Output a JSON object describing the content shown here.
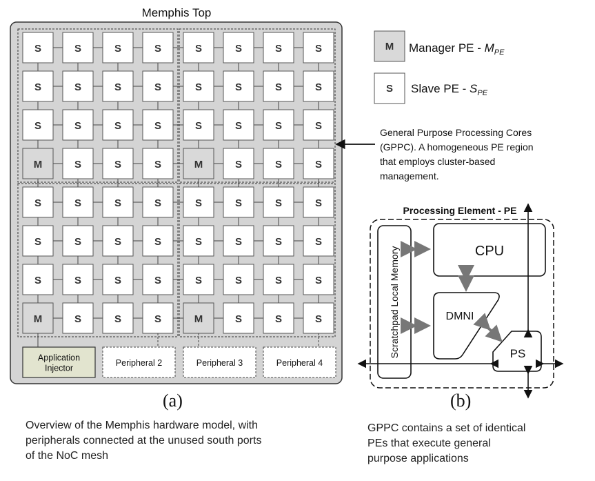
{
  "figure_a": {
    "title": "Memphis Top",
    "sublabel": "(a)",
    "grid_rows": [
      [
        "S",
        "S",
        "S",
        "S",
        "S",
        "S",
        "S",
        "S"
      ],
      [
        "S",
        "S",
        "S",
        "S",
        "S",
        "S",
        "S",
        "S"
      ],
      [
        "S",
        "S",
        "S",
        "S",
        "S",
        "S",
        "S",
        "S"
      ],
      [
        "M",
        "S",
        "S",
        "S",
        "M",
        "S",
        "S",
        "S"
      ],
      [
        "S",
        "S",
        "S",
        "S",
        "S",
        "S",
        "S",
        "S"
      ],
      [
        "S",
        "S",
        "S",
        "S",
        "S",
        "S",
        "S",
        "S"
      ],
      [
        "S",
        "S",
        "S",
        "S",
        "S",
        "S",
        "S",
        "S"
      ],
      [
        "M",
        "S",
        "S",
        "S",
        "M",
        "S",
        "S",
        "S"
      ]
    ],
    "peripherals": [
      {
        "label_lines": [
          "Application",
          "Injector"
        ],
        "kind": "injector"
      },
      {
        "label_lines": [
          "Peripheral 2"
        ],
        "kind": "peripheral"
      },
      {
        "label_lines": [
          "Peripheral 3"
        ],
        "kind": "peripheral"
      },
      {
        "label_lines": [
          "Peripheral 4"
        ],
        "kind": "peripheral"
      }
    ],
    "caption_lines": [
      "Overview of the Memphis hardware model, with",
      "peripherals connected at the unused south ports",
      "of the NoC mesh"
    ]
  },
  "legend": {
    "manager": {
      "glyph": "M",
      "label": "Manager PE - ",
      "symbol": "M",
      "subscript": "PE"
    },
    "slave": {
      "glyph": "S",
      "label": "Slave PE - ",
      "symbol": "S",
      "subscript": "PE"
    }
  },
  "gppc_note": [
    "General Purpose Processing Cores",
    "(GPPC). A homogeneous PE region",
    "that employs cluster-based",
    "management."
  ],
  "figure_b": {
    "title": "Processing Element - PE",
    "sublabel": "(b)",
    "memory_label": "Scratchpad Local Memory",
    "cpu_label": "CPU",
    "dmni_label": "DMNI",
    "ps_label": "PS",
    "caption_lines": [
      "GPPC contains a set of identical",
      "PEs that execute general",
      "purpose applications"
    ]
  },
  "colors": {
    "manager_fill": "#d9d9d9",
    "injector_fill": "#e2e4cf",
    "board_fill": "#d4d4d4"
  }
}
